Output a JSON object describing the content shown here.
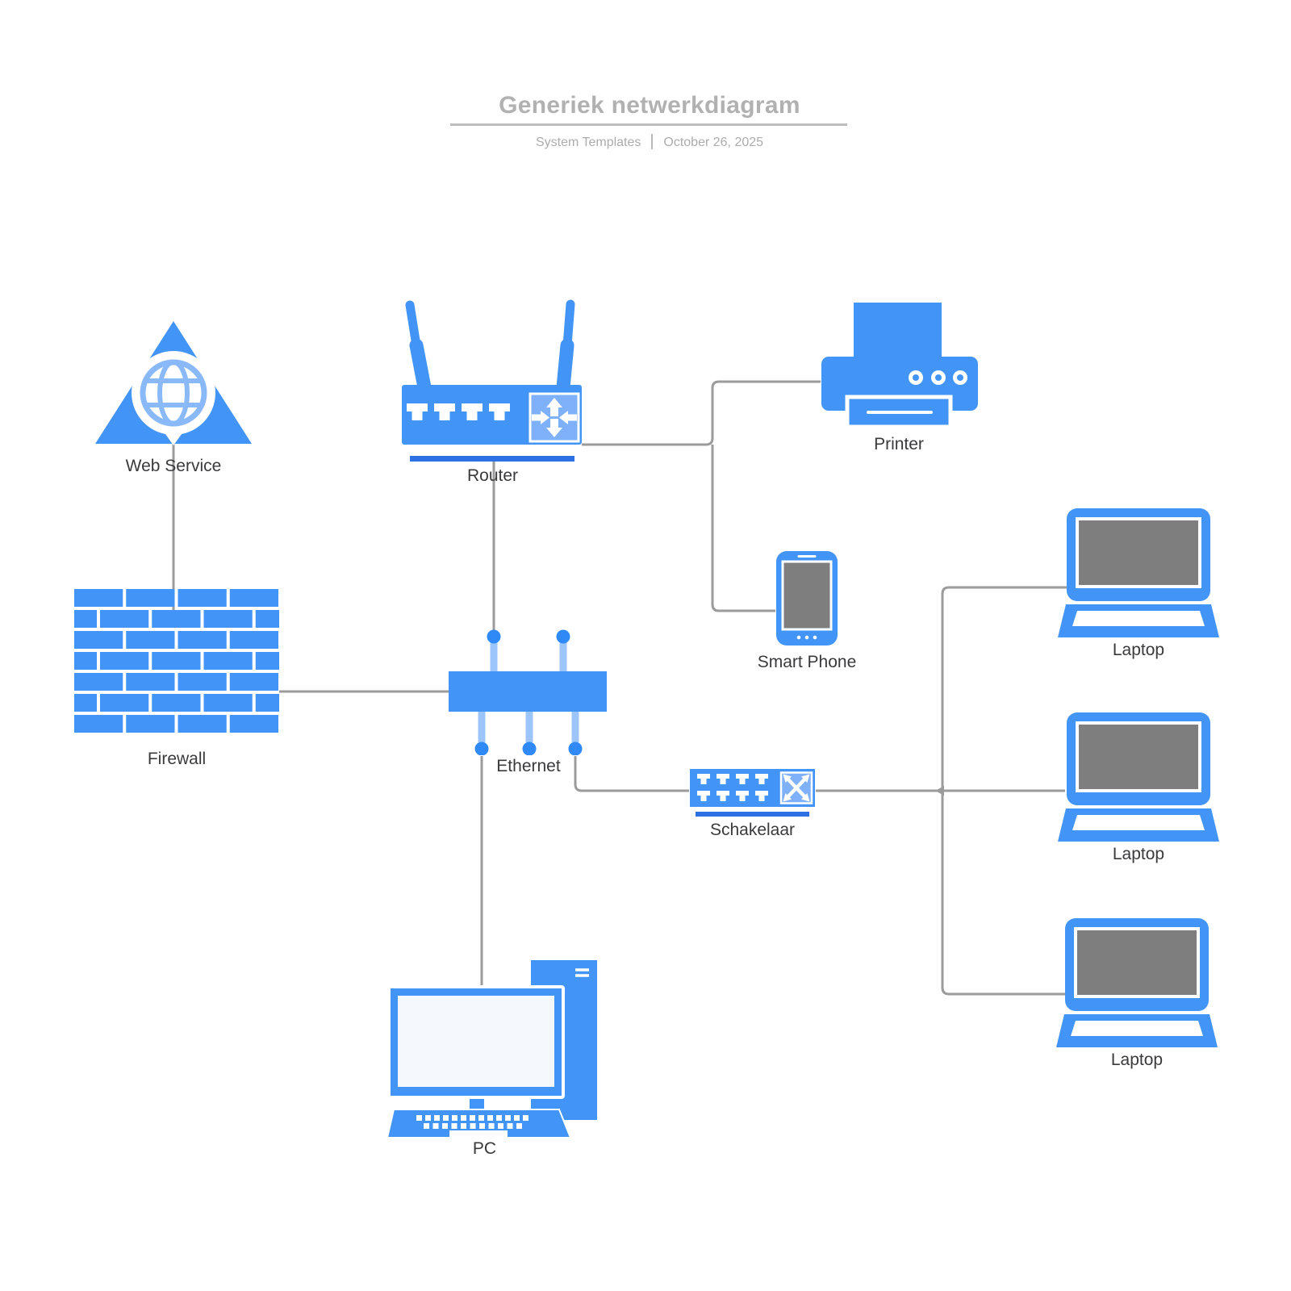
{
  "header": {
    "title": "Generiek netwerkdiagram",
    "byline": "System Templates",
    "date": "October 26, 2025"
  },
  "nodes": {
    "web_service": {
      "label": "Web Service"
    },
    "router": {
      "label": "Router"
    },
    "printer": {
      "label": "Printer"
    },
    "smart_phone": {
      "label": "Smart Phone"
    },
    "firewall": {
      "label": "Firewall"
    },
    "ethernet": {
      "label": "Ethernet"
    },
    "schakelaar": {
      "label": "Schakelaar"
    },
    "laptop_top": {
      "label": "Laptop"
    },
    "laptop_middle": {
      "label": "Laptop"
    },
    "laptop_bottom": {
      "label": "Laptop"
    },
    "pc": {
      "label": "PC"
    }
  },
  "colors": {
    "shape_blue": "#4295f7",
    "shape_blue_light": "#7eb1fa",
    "stem_blue": "#9cc6fb",
    "node_circle_blue": "#2f89f6",
    "accent_bar_blue": "#2e71e5",
    "screen_gray": "#7e7e7e",
    "pc_screen": "#f5f8fd",
    "connector_gray": "#9b9b9b",
    "label_text": "#3a3a3c",
    "title_text": "#b1b1b1"
  }
}
